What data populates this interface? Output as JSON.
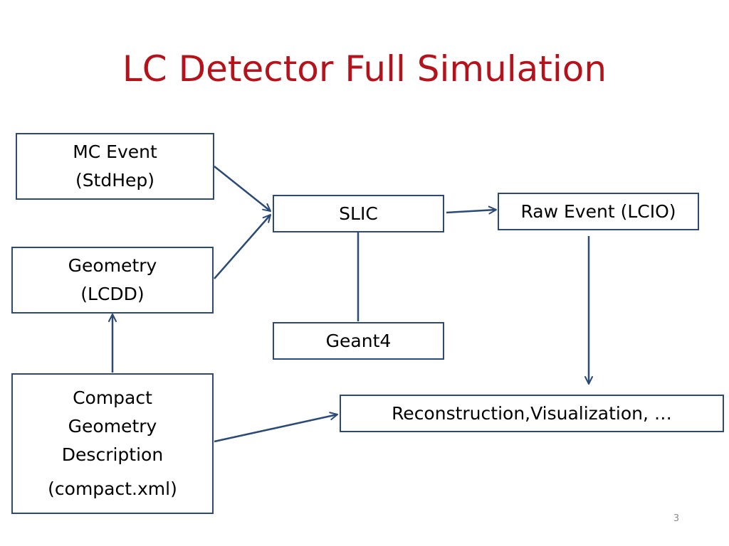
{
  "title": "LC Detector Full Simulation",
  "nodes": {
    "mc_event": {
      "lines": [
        "MC Event",
        "(StdHep)"
      ]
    },
    "geometry": {
      "lines": [
        "Geometry",
        "(LCDD)"
      ]
    },
    "compact": {
      "lines": [
        "Compact",
        "Geometry",
        "Description",
        "(compact.xml)"
      ]
    },
    "slic": {
      "lines": [
        "SLIC"
      ]
    },
    "geant4": {
      "lines": [
        "Geant4"
      ]
    },
    "raw_event": {
      "lines": [
        "Raw Event (LCIO)"
      ]
    },
    "reconstruction": {
      "lines": [
        "Reconstruction,Visualization, …"
      ]
    }
  },
  "edges": [
    {
      "from": "mc_event",
      "to": "slic",
      "arrow": true
    },
    {
      "from": "geometry",
      "to": "slic",
      "arrow": true
    },
    {
      "from": "compact",
      "to": "geometry",
      "arrow": true
    },
    {
      "from": "slic",
      "to": "raw_event",
      "arrow": true
    },
    {
      "from": "slic",
      "to": "geant4",
      "arrow": false
    },
    {
      "from": "raw_event",
      "to": "reconstruction",
      "arrow": true
    },
    {
      "from": "compact",
      "to": "reconstruction",
      "arrow": true
    }
  ],
  "colors": {
    "title": "#b5121b",
    "border": "#2b4a76",
    "arrow": "#2b4a76"
  },
  "page_number": "3"
}
